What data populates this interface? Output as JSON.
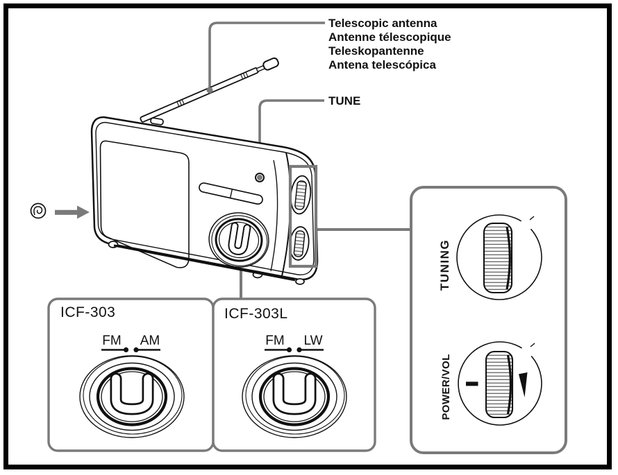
{
  "document": {
    "kind": "radio instruction manual parts diagram",
    "models": [
      "ICF-303",
      "ICF-303L"
    ]
  },
  "callouts": {
    "antenna": {
      "lines": [
        "Telescopic antenna",
        "Antenne télescopique",
        "Teleskopantenne",
        "Antena telescópica"
      ]
    },
    "tune": "TUNE"
  },
  "panels": {
    "icf303": {
      "title": "ICF-303",
      "band_left": "FM",
      "band_right": "AM"
    },
    "icf303l": {
      "title": "ICF-303L",
      "band_left": "FM",
      "band_right": "LW"
    },
    "side": {
      "tuning": "TUNING",
      "power": "POWER/VOL"
    }
  },
  "icons": {
    "earphone": "ear-in-circle",
    "arrow": "right-arrow",
    "volume_min": "dash-mark",
    "volume_up": "wedge-triangle"
  },
  "colors": {
    "line_black": "#111111",
    "callout_gray": "#7a7a7a",
    "background": "#ffffff",
    "frame": "#000000"
  }
}
